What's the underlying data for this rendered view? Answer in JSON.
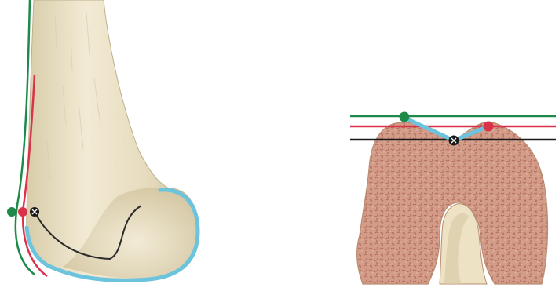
{
  "figure": {
    "panels": [
      {
        "name": "lateral-view-distal-femur"
      },
      {
        "name": "axial-cross-section-femoral-condyles"
      }
    ],
    "colors": {
      "green": "#1d8a4a",
      "red": "#d9334a",
      "black": "#1a1a1a",
      "cartilage_blue": "#6cc3dd",
      "bone_light": "#eee5cc",
      "bone_shadow": "#cbbf9d",
      "cancellous_fill": "#d09a86",
      "cancellous_speckle": "#b3705e"
    },
    "markers": [
      {
        "name": "green-marker",
        "color": "green",
        "symbol": "dot"
      },
      {
        "name": "red-marker",
        "color": "red",
        "symbol": "dot"
      },
      {
        "name": "black-marker",
        "color": "black",
        "symbol": "cross"
      }
    ]
  }
}
